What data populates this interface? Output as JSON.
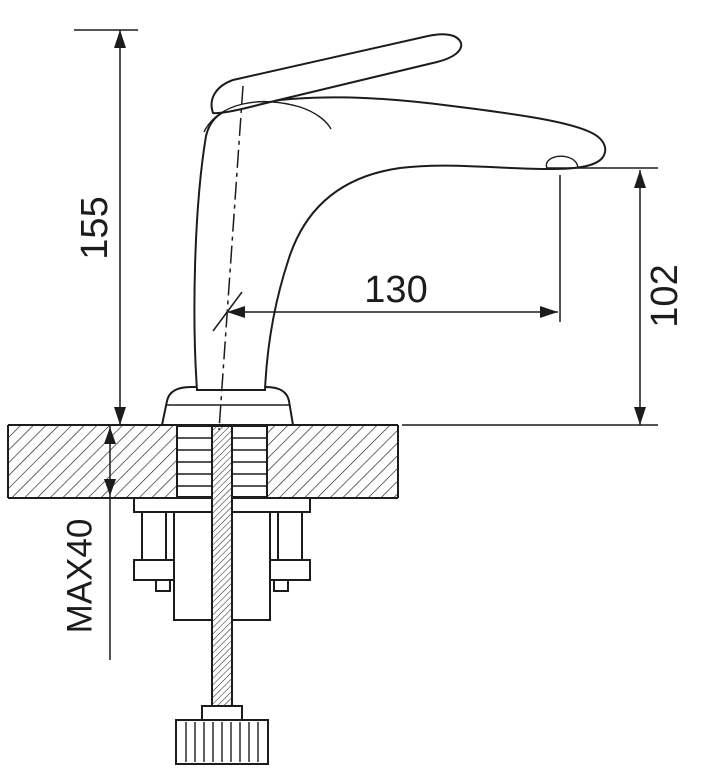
{
  "drawing": {
    "kind": "technical-dimension-drawing",
    "subject": "single-lever basin faucet, side elevation with deck section and mounting hardware",
    "dimensions": {
      "overall_height": "155",
      "spout_reach": "130",
      "spout_height": "102",
      "max_counter_thickness": "MAX40"
    },
    "colors": {
      "line": "#1c1c1c",
      "background": "#ffffff"
    }
  }
}
